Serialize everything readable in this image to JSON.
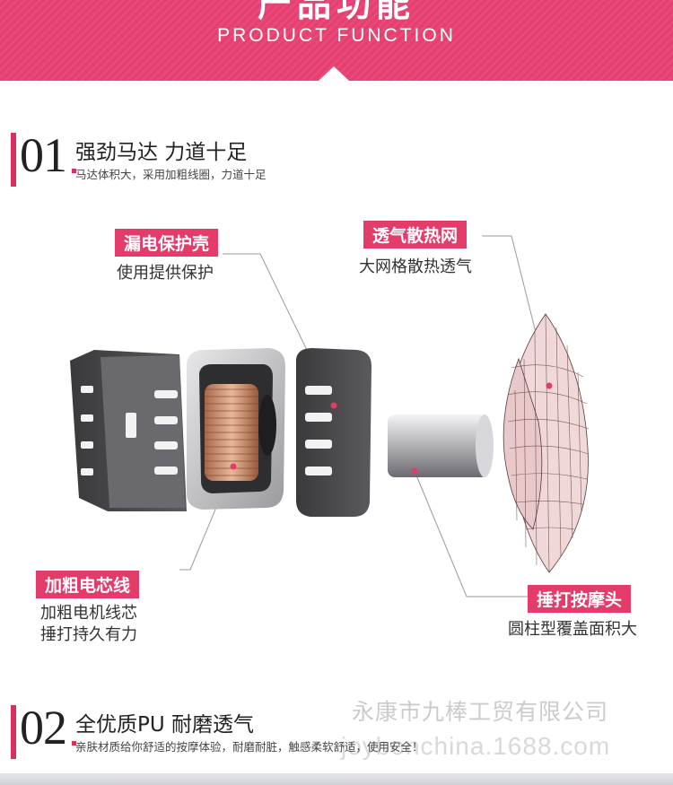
{
  "banner": {
    "title": "产品功能",
    "subtitle": "PRODUCT FUNCTION"
  },
  "section1": {
    "number": "01",
    "title": "强劲马达 力道十足",
    "description": "马达体积大，采用加粗线圈，力道十足"
  },
  "callouts": {
    "shell": {
      "label": "漏电保护壳",
      "desc": "使用提供保护"
    },
    "mesh": {
      "label": "透气散热网",
      "desc": "大网格散热透气"
    },
    "wire": {
      "label": "加粗电芯线",
      "desc_line1": "加粗电机线芯",
      "desc_line2": "捶打持久有力"
    },
    "head": {
      "label": "捶打按摩头",
      "desc": "圆柱型覆盖面积大"
    }
  },
  "section2": {
    "number": "02",
    "title": "全优质PU 耐磨透气",
    "description": "亲肤材质给你舒适的按摩体验，耐磨耐脏，触感柔软舒适，使用安全！"
  },
  "watermark": {
    "line1": "永康市九棒工贸有限公司",
    "line2": "joybonchina.1688.com"
  },
  "colors": {
    "accent": "#e33b6a",
    "banner": "#e9487a"
  }
}
